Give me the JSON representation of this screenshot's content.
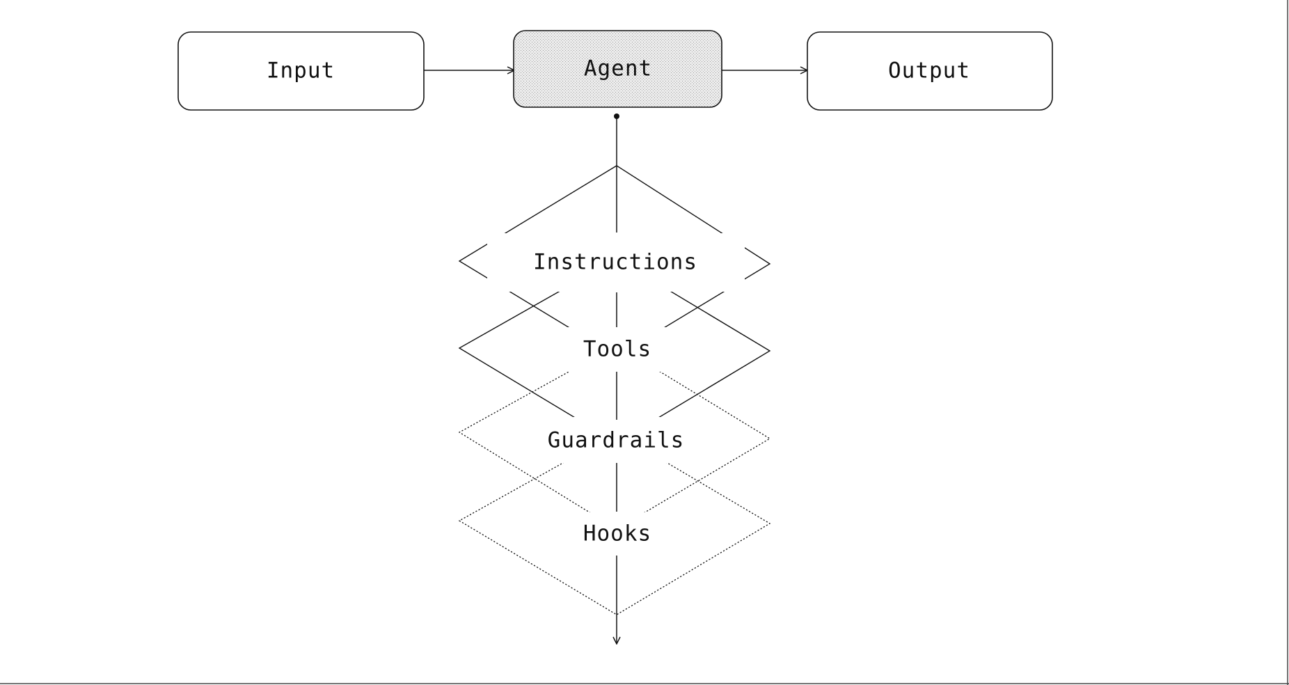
{
  "nodes": {
    "input": {
      "label": "Input"
    },
    "agent": {
      "label": "Agent"
    },
    "output": {
      "label": "Output"
    }
  },
  "layers": [
    {
      "label": "Instructions",
      "style": "solid"
    },
    {
      "label": "Tools",
      "style": "solid"
    },
    {
      "label": "Guardrails",
      "style": "dotted"
    },
    {
      "label": "Hooks",
      "style": "dotted"
    }
  ],
  "colors": {
    "stroke": "#111111",
    "agent_fill": "#e6e6e6",
    "background": "#ffffff"
  }
}
